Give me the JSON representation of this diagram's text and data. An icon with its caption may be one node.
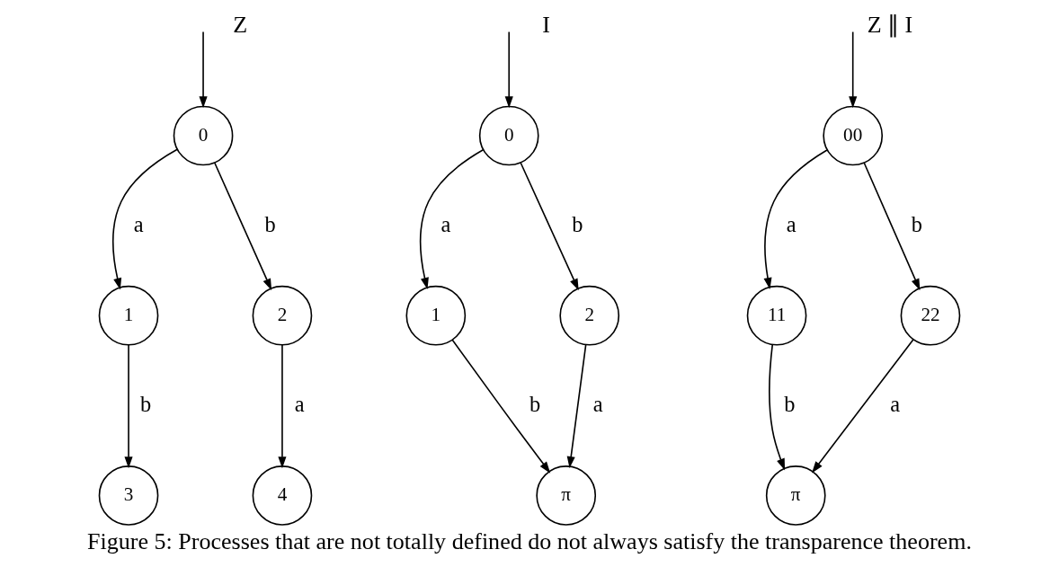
{
  "diagram": {
    "caption": "Figure 5: Processes that are not totally defined do not always satisfy the transparence theorem.",
    "nodes": [
      {
        "text": [
          "0"
        ]
      },
      {
        "text": [
          "1"
        ]
      },
      {
        "text": [
          "2"
        ]
      },
      {
        "text": [
          "3"
        ]
      },
      {
        "text": [
          "4"
        ]
      },
      {
        "text": [
          "0"
        ]
      },
      {
        "text": [
          "1"
        ]
      },
      {
        "text": [
          "2"
        ]
      },
      {
        "text": [
          "π"
        ]
      },
      {
        "text": [
          "00"
        ]
      },
      {
        "text": [
          "11"
        ]
      },
      {
        "text": [
          "22"
        ]
      },
      {
        "text": [
          "π"
        ]
      }
    ],
    "edges": [
      {
        "from": null,
        "to": 0,
        "arrow": "to",
        "label": "Z"
      },
      {
        "from": 0,
        "to": 1,
        "arrow": "to",
        "label": "a"
      },
      {
        "from": 0,
        "to": 2,
        "arrow": "to",
        "label": "b"
      },
      {
        "from": 1,
        "to": 3,
        "arrow": "to",
        "label": "b"
      },
      {
        "from": 2,
        "to": 4,
        "arrow": "to",
        "label": "a"
      },
      {
        "from": null,
        "to": 5,
        "arrow": "to",
        "label": "I"
      },
      {
        "from": 5,
        "to": 6,
        "arrow": "to",
        "label": "a"
      },
      {
        "from": 5,
        "to": 7,
        "arrow": "to",
        "label": "b"
      },
      {
        "from": 6,
        "to": 8,
        "arrow": "to",
        "label": "b"
      },
      {
        "from": 7,
        "to": 8,
        "arrow": "to",
        "label": "a"
      },
      {
        "from": null,
        "to": 9,
        "arrow": "to",
        "label": "Z ∥ I"
      },
      {
        "from": 9,
        "to": 10,
        "arrow": "to",
        "label": "a"
      },
      {
        "from": 9,
        "to": 11,
        "arrow": "to",
        "label": "b"
      },
      {
        "from": 10,
        "to": 12,
        "arrow": "to",
        "label": "b"
      },
      {
        "from": 11,
        "to": 12,
        "arrow": "to",
        "label": "a"
      }
    ]
  }
}
